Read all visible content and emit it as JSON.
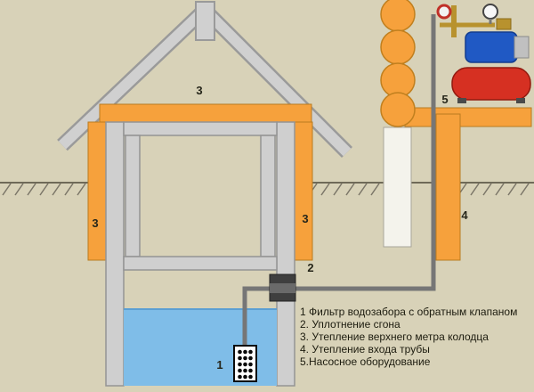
{
  "diagram": {
    "colors": {
      "background": "#d8d2b8",
      "insulation": "#f6a13c",
      "water": "#7fbde8",
      "wood": "#d0d0d0",
      "pipe": "#767676"
    },
    "labels": {
      "insulation_top": "3",
      "insulation_left": "3",
      "insulation_right": "3",
      "seal": "2",
      "pipe_entry": "4",
      "pump_station": "5",
      "filter": "1"
    },
    "legend": [
      "1 Фильтр водозабора с обратным клапаном",
      "2. Уплотнение сгона",
      "3. Утепление верхнего метра колодца",
      "4. Утепление входа трубы",
      "5.Насосное оборудование"
    ]
  }
}
